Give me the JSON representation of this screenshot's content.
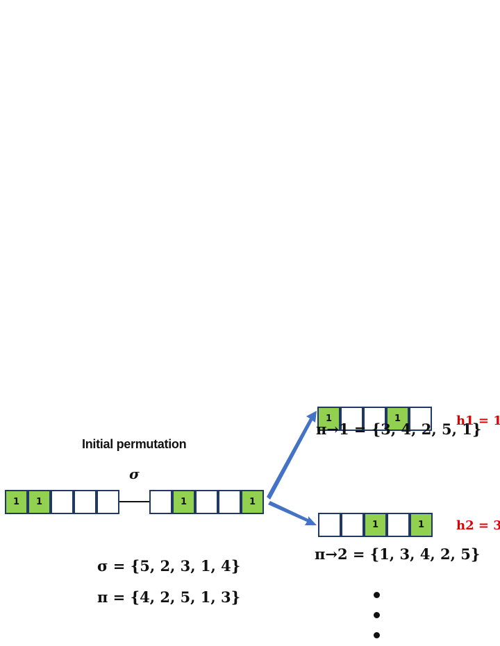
{
  "title": "Initial permutation",
  "sigma_label": "σ",
  "colors": {
    "filled": "#92d050",
    "border": "#1f3864",
    "arrow": "#4472c4",
    "highlight": "#e00000"
  },
  "left_array": {
    "cells": [
      "1",
      "1",
      "",
      "",
      ""
    ]
  },
  "right_array": {
    "cells": [
      "",
      "1",
      "",
      "",
      "1"
    ]
  },
  "branch1": {
    "cells": [
      "1",
      "",
      "",
      "1",
      ""
    ],
    "equation": "π→1 = {3, 4, 2, 5, 1}",
    "h": "h1 = 1"
  },
  "branch2": {
    "cells": [
      "",
      "",
      "1",
      "",
      "1"
    ],
    "equation": "π→2 = {1, 3, 4, 2, 5}",
    "h": "h2 = 3"
  },
  "sigma_eq": "σ = {5, 2, 3, 1, 4}",
  "pi_eq": "π = {4, 2, 5, 1, 3}",
  "ellipsis": [
    "•",
    "•",
    "•"
  ]
}
